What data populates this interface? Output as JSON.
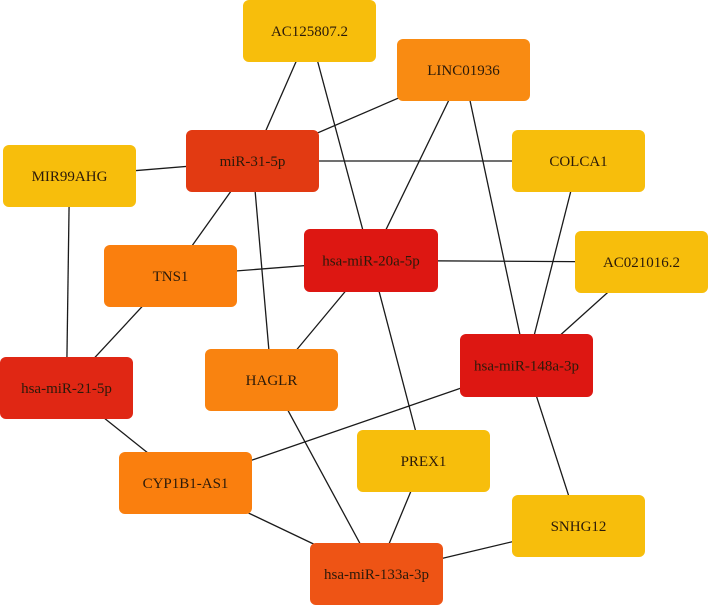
{
  "nodes": [
    {
      "id": "AC125807.2",
      "label": "AC125807.2",
      "color": "#F7BE0C"
    },
    {
      "id": "LINC01936",
      "label": "LINC01936",
      "color": "#F98B12"
    },
    {
      "id": "MIR99AHG",
      "label": "MIR99AHG",
      "color": "#F7BE0C"
    },
    {
      "id": "miR-31-5p",
      "label": "miR-31-5p",
      "color": "#E23A12"
    },
    {
      "id": "COLCA1",
      "label": "COLCA1",
      "color": "#F7BE0C"
    },
    {
      "id": "TNS1",
      "label": "TNS1",
      "color": "#FA7F0E"
    },
    {
      "id": "hsa-miR-20a-5p",
      "label": "hsa-miR-20a-5p",
      "color": "#DD1712"
    },
    {
      "id": "AC021016.2",
      "label": "AC021016.2",
      "color": "#F7BE0C"
    },
    {
      "id": "hsa-miR-21-5p",
      "label": "hsa-miR-21-5p",
      "color": "#E02714"
    },
    {
      "id": "HAGLR",
      "label": "HAGLR",
      "color": "#F98310"
    },
    {
      "id": "hsa-miR-148a-3p",
      "label": "hsa-miR-148a-3p",
      "color": "#DD1712"
    },
    {
      "id": "CYP1B1-AS1",
      "label": "CYP1B1-AS1",
      "color": "#FA7F0E"
    },
    {
      "id": "PREX1",
      "label": "PREX1",
      "color": "#F7BE0C"
    },
    {
      "id": "SNHG12",
      "label": "SNHG12",
      "color": "#F7BE0C"
    },
    {
      "id": "hsa-miR-133a-3p",
      "label": "hsa-miR-133a-3p",
      "color": "#EE5415"
    }
  ],
  "edges": [
    [
      "AC125807.2",
      "miR-31-5p"
    ],
    [
      "AC125807.2",
      "hsa-miR-20a-5p"
    ],
    [
      "LINC01936",
      "miR-31-5p"
    ],
    [
      "LINC01936",
      "hsa-miR-20a-5p"
    ],
    [
      "LINC01936",
      "hsa-miR-148a-3p"
    ],
    [
      "MIR99AHG",
      "miR-31-5p"
    ],
    [
      "MIR99AHG",
      "hsa-miR-21-5p"
    ],
    [
      "miR-31-5p",
      "COLCA1"
    ],
    [
      "miR-31-5p",
      "TNS1"
    ],
    [
      "miR-31-5p",
      "HAGLR"
    ],
    [
      "COLCA1",
      "hsa-miR-148a-3p"
    ],
    [
      "TNS1",
      "hsa-miR-20a-5p"
    ],
    [
      "TNS1",
      "hsa-miR-21-5p"
    ],
    [
      "hsa-miR-20a-5p",
      "AC021016.2"
    ],
    [
      "hsa-miR-20a-5p",
      "HAGLR"
    ],
    [
      "hsa-miR-20a-5p",
      "PREX1"
    ],
    [
      "AC021016.2",
      "hsa-miR-148a-3p"
    ],
    [
      "hsa-miR-21-5p",
      "CYP1B1-AS1"
    ],
    [
      "HAGLR",
      "hsa-miR-133a-3p"
    ],
    [
      "hsa-miR-148a-3p",
      "CYP1B1-AS1"
    ],
    [
      "hsa-miR-148a-3p",
      "SNHG12"
    ],
    [
      "CYP1B1-AS1",
      "hsa-miR-133a-3p"
    ],
    [
      "PREX1",
      "hsa-miR-133a-3p"
    ],
    [
      "SNHG12",
      "hsa-miR-133a-3p"
    ]
  ]
}
